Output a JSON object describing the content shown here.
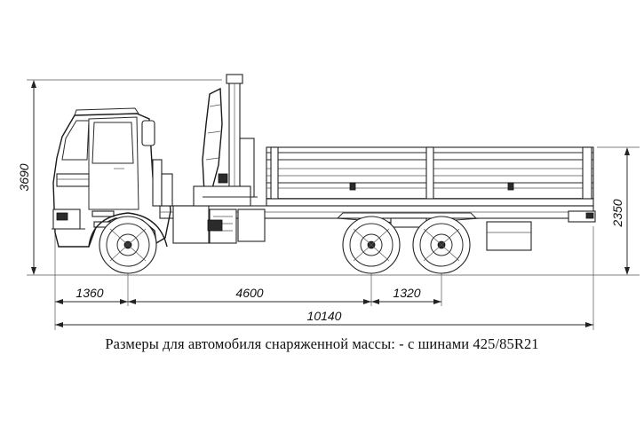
{
  "dimensions": {
    "total_height": "3690",
    "platform_height": "2350",
    "front_overhang": "1360",
    "wheelbase": "4600",
    "rear_axle_spacing": "1320",
    "total_length": "10140"
  },
  "caption": "Размеры для автомобиля снаряженной массы: - с шинами 425/85R21",
  "colors": {
    "line": "#222222",
    "background": "#ffffff"
  }
}
